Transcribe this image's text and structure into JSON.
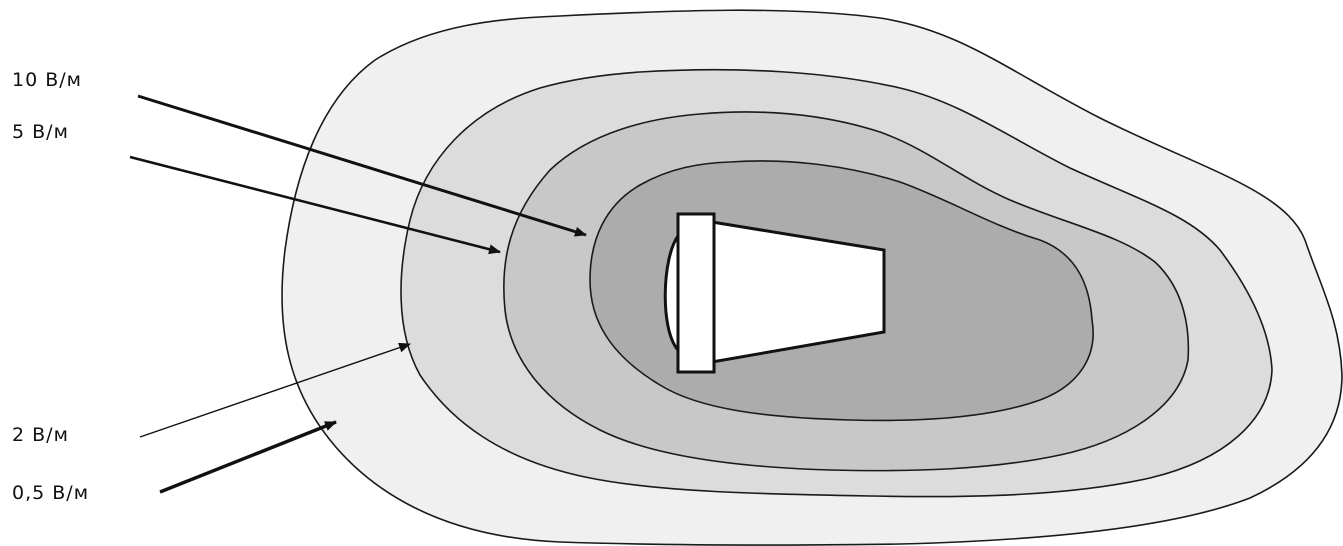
{
  "labels": {
    "zone_10": "10 В/м",
    "zone_5": "5 В/м",
    "zone_2": "2 В/м",
    "zone_05": "0,5 В/м"
  },
  "colors": {
    "zone_05_fill": "#f0f0f0",
    "zone_2_fill": "#dcdcdc",
    "zone_5_fill": "#c8c8c8",
    "zone_10_fill": "#acacac",
    "outline": "#1a1a1a",
    "device_fill": "#ffffff"
  }
}
